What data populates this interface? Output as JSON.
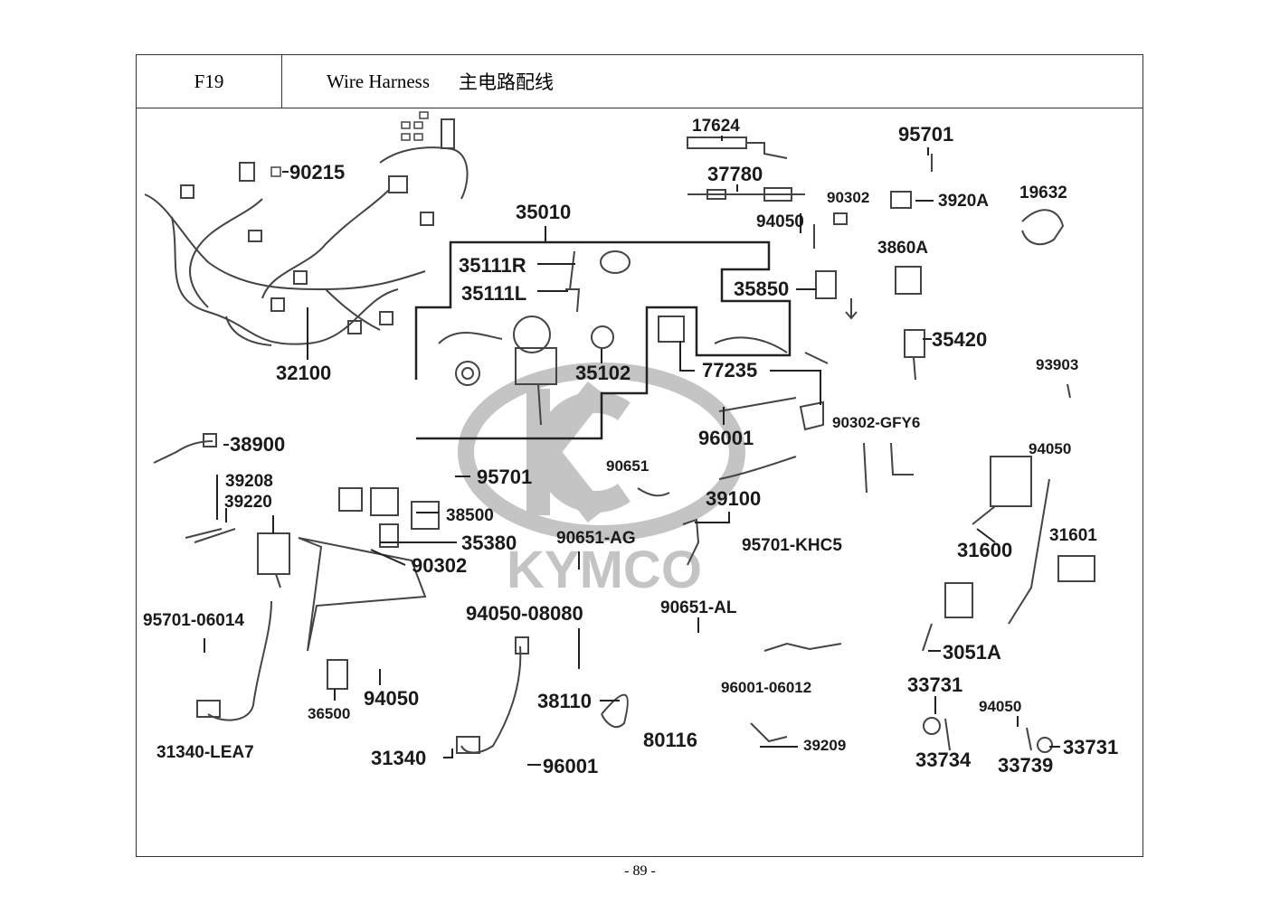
{
  "header": {
    "section_code": "F19",
    "title_en": "Wire Harness",
    "title_zh": "主电路配线"
  },
  "watermark": {
    "brand": "KYMCO",
    "color": "#bdbdbd"
  },
  "page_number": "- 89 -",
  "labels": {
    "p32100": "32100",
    "p90215": "90215",
    "p35010": "35010",
    "p35111R": "35111R",
    "p35111L": "35111L",
    "p35102": "35102",
    "p17624": "17624",
    "p37780": "37780",
    "p95701a": "95701",
    "p90302a": "90302",
    "p3920A": "3920A",
    "p19632": "19632",
    "p94050a": "94050",
    "p3860A": "3860A",
    "p35850": "35850",
    "p35420": "35420",
    "p77235": "77235",
    "p93903": "93903",
    "p96001a": "96001",
    "p90302GFY6": "90302-GFY6",
    "p38900": "38900",
    "p39208": "39208",
    "p39220": "39220",
    "p95701b": "95701",
    "p90651": "90651",
    "p39100": "39100",
    "p94050b": "94050",
    "p38500": "38500",
    "p35380": "35380",
    "p90302b": "90302",
    "p90651AG": "90651-AG",
    "p95701KHC5": "95701-KHC5",
    "p31600": "31600",
    "p31601": "31601",
    "p95701_06014": "95701-06014",
    "p94050_08080": "94050-08080",
    "p90651AL": "90651-AL",
    "p3051A": "3051A",
    "p96001_06012": "96001-06012",
    "p33731a": "33731",
    "p94050c": "94050",
    "p36500": "36500",
    "p94050d": "94050",
    "p38110": "38110",
    "p80116": "80116",
    "p39209": "39209",
    "p33734": "33734",
    "p33739": "33739",
    "p33731b": "33731",
    "p31340LEA7": "31340-LEA7",
    "p31340": "31340",
    "p96001b": "96001"
  }
}
